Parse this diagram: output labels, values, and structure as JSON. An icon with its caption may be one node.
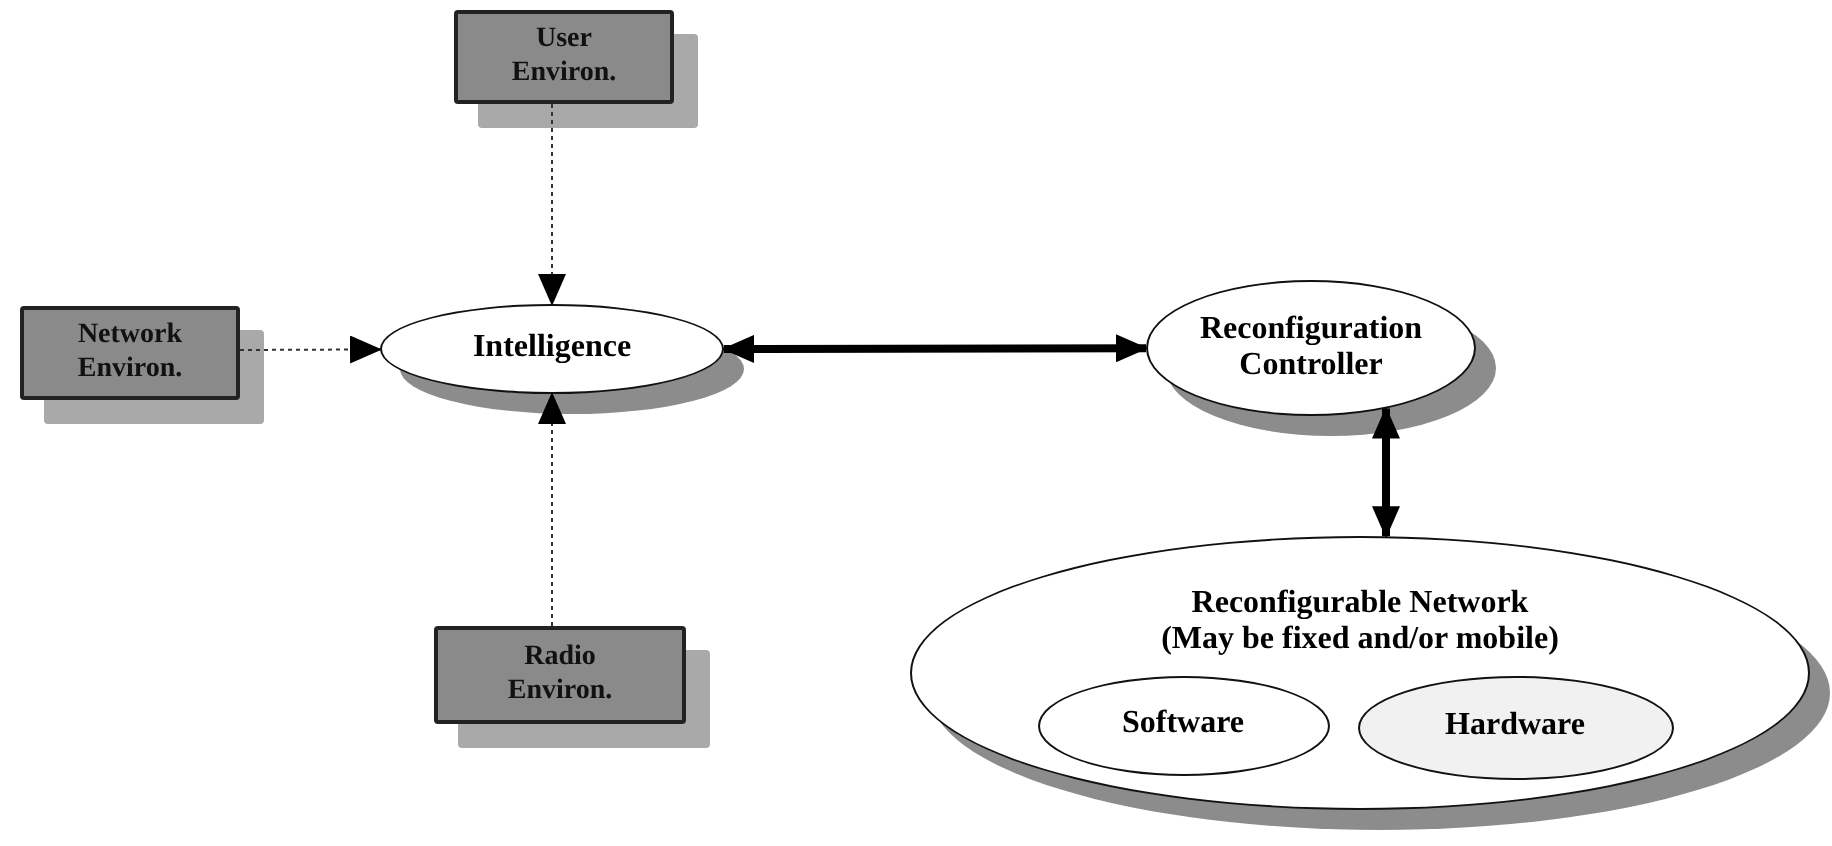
{
  "diagram": {
    "nodes": [
      {
        "text": [
          "User Environ."
        ]
      },
      {
        "text": [
          "Network Environ."
        ]
      },
      {
        "text": [
          "Intelligence"
        ]
      },
      {
        "text": [
          "Reconfiguration Controller"
        ]
      },
      {
        "text": [
          "Reconfigurable Network",
          "(May be fixed and/or mobile)"
        ]
      },
      {
        "text": [
          "Software"
        ],
        "in": 4
      },
      {
        "text": [
          "Hardware"
        ],
        "in": 4
      },
      {
        "text": [
          "Radio Environ."
        ]
      }
    ],
    "edges": [
      {
        "from": 0,
        "to": 2,
        "arrow": "to",
        "style": "dashed"
      },
      {
        "from": 1,
        "to": 2,
        "arrow": "to",
        "style": "dashed"
      },
      {
        "from": 7,
        "to": 2,
        "arrow": "to",
        "style": "dashed"
      },
      {
        "from": 2,
        "to": 3,
        "arrow": "both",
        "style": "thick"
      },
      {
        "from": 3,
        "to": 4,
        "arrow": "both",
        "style": "thick"
      }
    ]
  }
}
